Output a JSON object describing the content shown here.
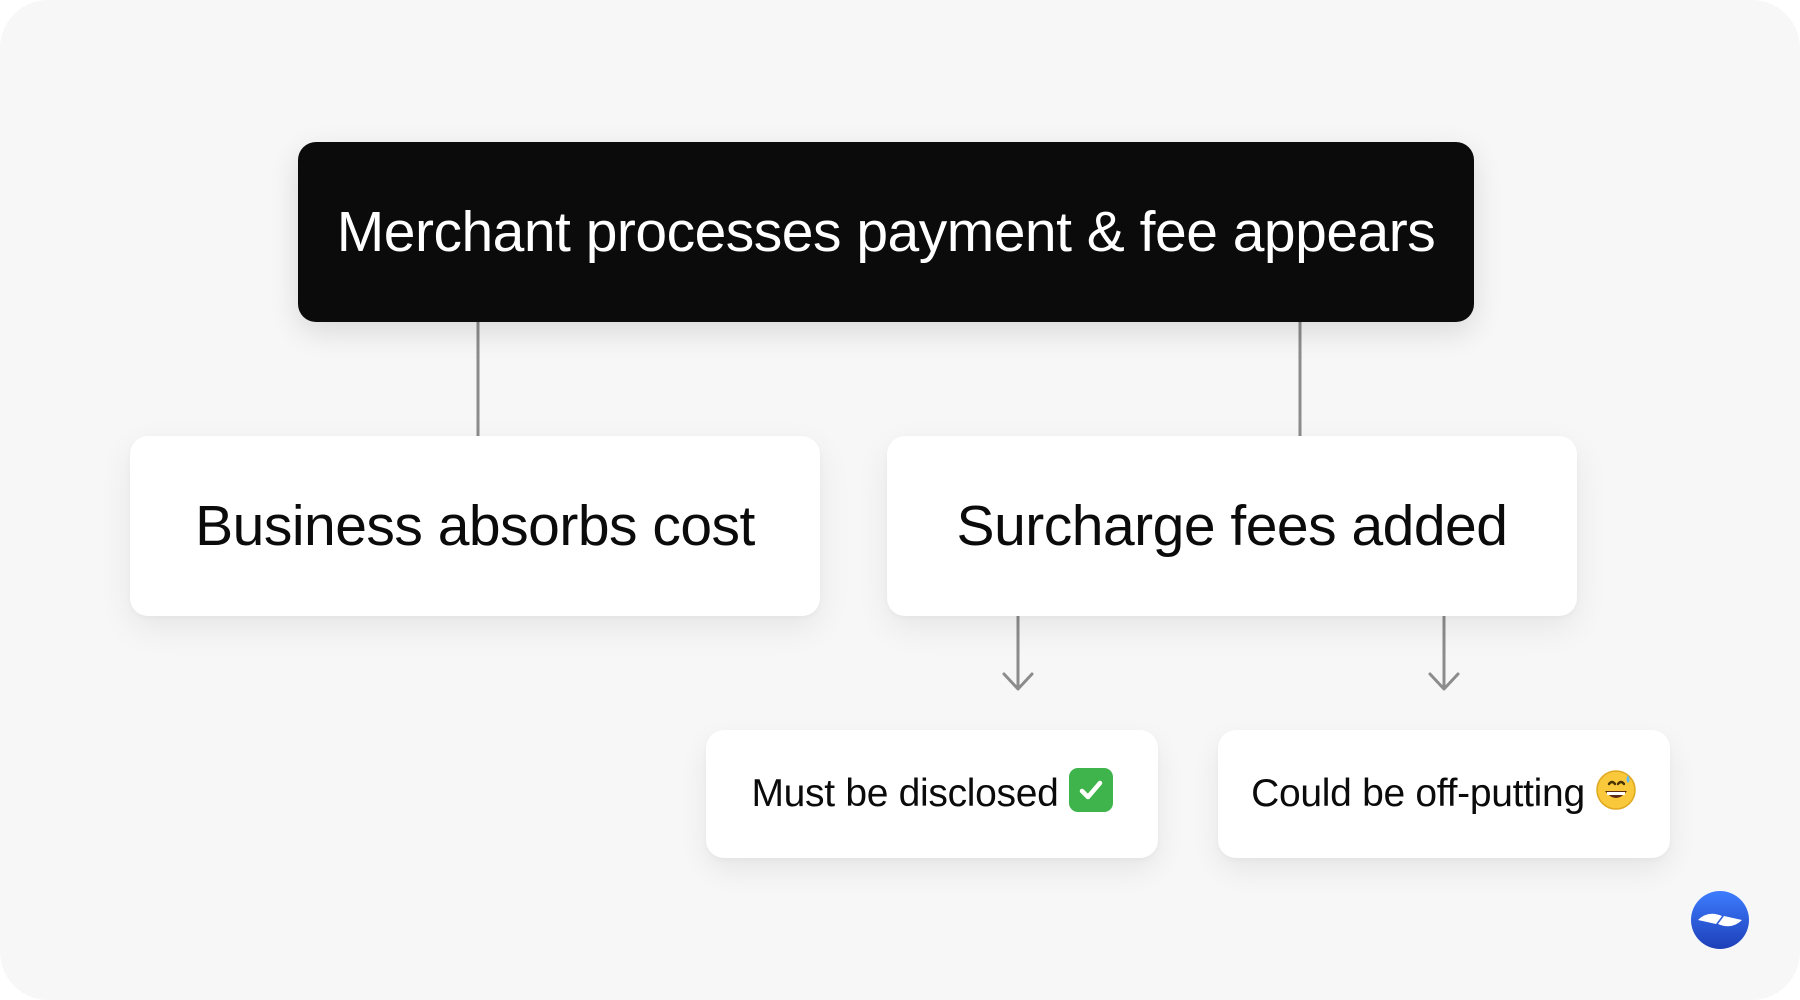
{
  "diagram": {
    "root": {
      "label": "Merchant processes payment & fee appears"
    },
    "branches": [
      {
        "label": "Business absorbs cost"
      },
      {
        "label": "Surcharge fees added"
      }
    ],
    "outcomes": [
      {
        "label": "Must be disclosed",
        "icon": "check-mark-button-icon"
      },
      {
        "label": "Could be off-putting",
        "icon": "grinning-face-with-sweat-icon"
      }
    ]
  },
  "brand": {
    "icon": "brand-logo-icon",
    "accent": "#2a63e6"
  },
  "colors": {
    "background": "#f7f7f7",
    "root_fill": "#0b0b0b",
    "card_fill": "#ffffff",
    "connector": "#8c8c8c"
  }
}
